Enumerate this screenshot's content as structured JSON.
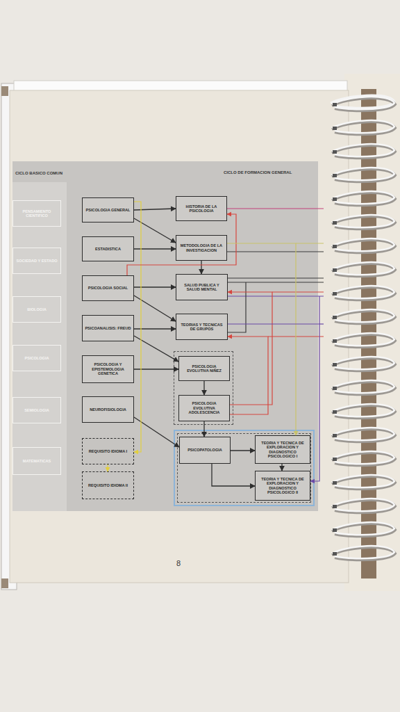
{
  "diagram": {
    "nodes": [
      {
        "text": [
          "PENSAMIENTO CIENTIFICO"
        ]
      },
      {
        "text": [
          "SOCIEDAD Y ESTADO"
        ]
      },
      {
        "text": [
          "BIOLOGIA"
        ]
      },
      {
        "text": [
          "PSICOLOGIA"
        ]
      },
      {
        "text": [
          "SEMIOLOGIA"
        ]
      },
      {
        "text": [
          "MATEMATICAS"
        ]
      },
      {
        "text": [
          "PSICOLOGIA GENERAL"
        ]
      },
      {
        "text": [
          "ESTADISTICA"
        ]
      },
      {
        "text": [
          "PSICOLOGIA SOCIAL"
        ]
      },
      {
        "text": [
          "PSICOANALISIS: FREUD"
        ]
      },
      {
        "text": [
          "PSICOLOGIA Y EPISTEMOLOGIA GENETICA"
        ]
      },
      {
        "text": [
          "NEUROFISIOLOGIA"
        ]
      },
      {
        "text": [
          "REQUISITO IDIOMA I"
        ]
      },
      {
        "text": [
          "REQUISITO IDIOMA II"
        ]
      },
      {
        "text": [
          "HISTORIA DE LA PSICOLOGIA"
        ]
      },
      {
        "text": [
          "METODOLOGIA DE LA INVESTIGACION"
        ]
      },
      {
        "text": [
          "SALUD PUBLICA Y SALUD MENTAL"
        ]
      },
      {
        "text": [
          "TEORIAS Y TECNICAS DE GRUPOS"
        ]
      },
      {
        "text": [
          "PSICOLOGIA EVOLUTIVA NIÑEZ"
        ]
      },
      {
        "text": [
          "PSICOLOGIA EVOLUTIVA ADOLESCENCIA"
        ]
      },
      {
        "text": [
          "PSICOPATOLOGIA"
        ]
      },
      {
        "text": [
          "TEORIA Y TECNICA DE EXPLORACION Y DIAGNOSTICO PSICOLOGICO I"
        ]
      },
      {
        "text": [
          "TEORIA Y TECNICA DE EXPLORACION Y DIAGNOSTICO PSICOLOGICO II"
        ]
      }
    ],
    "edges": [
      {
        "from": 6,
        "to": 14,
        "arrow": "to"
      },
      {
        "from": 6,
        "to": 15,
        "arrow": "to"
      },
      {
        "from": 7,
        "to": 15,
        "arrow": "to"
      },
      {
        "from": 15,
        "to": 16,
        "arrow": "to"
      },
      {
        "from": 8,
        "to": 16,
        "arrow": "to"
      },
      {
        "from": 8,
        "to": 17,
        "arrow": "to"
      },
      {
        "from": 9,
        "to": 17,
        "arrow": "to"
      },
      {
        "from": 9,
        "to": 18,
        "arrow": "to"
      },
      {
        "from": 10,
        "to": 18,
        "arrow": "to"
      },
      {
        "from": 18,
        "to": 19,
        "arrow": "to"
      },
      {
        "from": 11,
        "to": 20,
        "arrow": "to"
      },
      {
        "from": 19,
        "to": 20,
        "arrow": "to"
      },
      {
        "from": 20,
        "to": 21,
        "arrow": "to"
      },
      {
        "from": 20,
        "to": 22,
        "arrow": "to"
      },
      {
        "from": 21,
        "to": 22,
        "arrow": "to"
      },
      {
        "from": 6,
        "to": 12,
        "arrow": "to"
      },
      {
        "from": 12,
        "to": 13,
        "arrow": "to"
      },
      {
        "from": 8,
        "to": 14,
        "arrow": "to"
      },
      {
        "from": 19,
        "to": 16,
        "arrow": "to"
      },
      {
        "from": 19,
        "to": 17,
        "arrow": "to"
      },
      {
        "from": 15,
        "to": 21,
        "arrow": "to"
      },
      {
        "from": 17,
        "to": 22,
        "arrow": "to"
      }
    ],
    "labels": [
      "CICLO BASICO COMUN",
      "CICLO DE FORMACION GENERAL",
      "8"
    ]
  }
}
